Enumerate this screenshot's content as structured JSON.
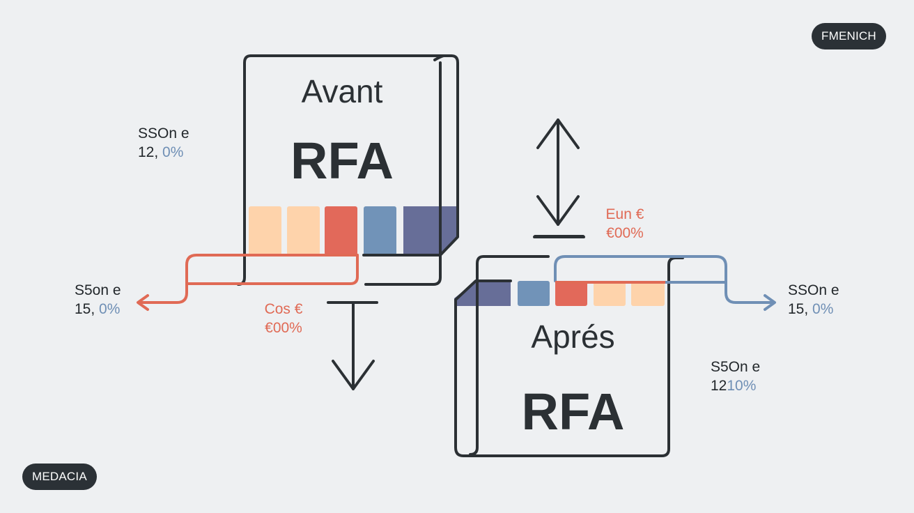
{
  "badges": {
    "top_right": "FMENICH",
    "bottom_left": "MEDACIA"
  },
  "before_panel": {
    "title": "Avant",
    "subtitle": "RFA",
    "swatches": [
      "#fed3ab",
      "#fed3ab",
      "#e2695a",
      "#7193b8",
      "#676e98"
    ]
  },
  "after_panel": {
    "title": "Aprés",
    "subtitle": "RFA",
    "swatches": [
      "#676e98",
      "#7193b8",
      "#e2695a",
      "#fed3ab",
      "#fed3ab"
    ]
  },
  "labels": {
    "left_top": {
      "line1": "SSOn e",
      "num": "12,",
      "pct": " 0%"
    },
    "left_mid": {
      "line1": "S5on e",
      "num": "15,",
      "pct": " 0%"
    },
    "right_mid": {
      "line1": "SSOn e",
      "num": "15,",
      "pct": " 0%"
    },
    "right_low": {
      "line1": "S5On e",
      "num": "12",
      "pct": "10%"
    }
  },
  "deltas": {
    "cost": {
      "line1": "Cos €",
      "line2": "€00%"
    },
    "euro": {
      "line1": "Eun €",
      "line2": "€00%"
    }
  },
  "colors": {
    "background": "#eef0f2",
    "ink": "#2b3034",
    "red": "#e06a55",
    "blue": "#6f8fb5",
    "peach": "#fed3ab",
    "navy": "#676e98"
  },
  "arrows": {
    "left_flow": "arrow-left",
    "right_flow": "arrow-right",
    "vertical_compare": "arrow-up-down",
    "down_stop": "arrow-down-from-bar"
  }
}
